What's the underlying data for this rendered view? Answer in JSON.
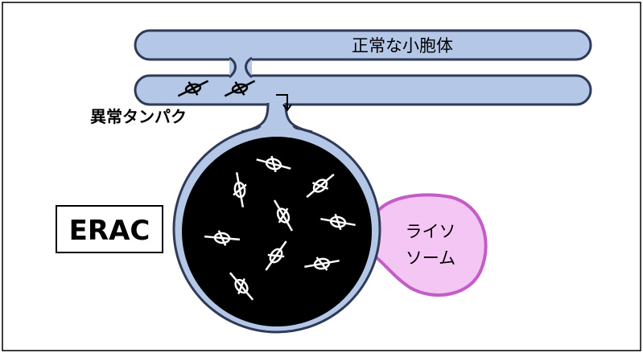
{
  "labels": {
    "normal_er": "正常な小胞体",
    "abnormal_protein": "異常タンパク",
    "erac": "ERAC",
    "lysosome_line1": "ライソ",
    "lysosome_line2": "ソーム"
  },
  "colors": {
    "er_fill": "#b4c7e7",
    "er_stroke": "#2f3a56",
    "erac_core": "#000000",
    "lysosome_fill": "#f3c6f3",
    "lysosome_stroke": "#c45cc8",
    "frame": "#000000"
  }
}
